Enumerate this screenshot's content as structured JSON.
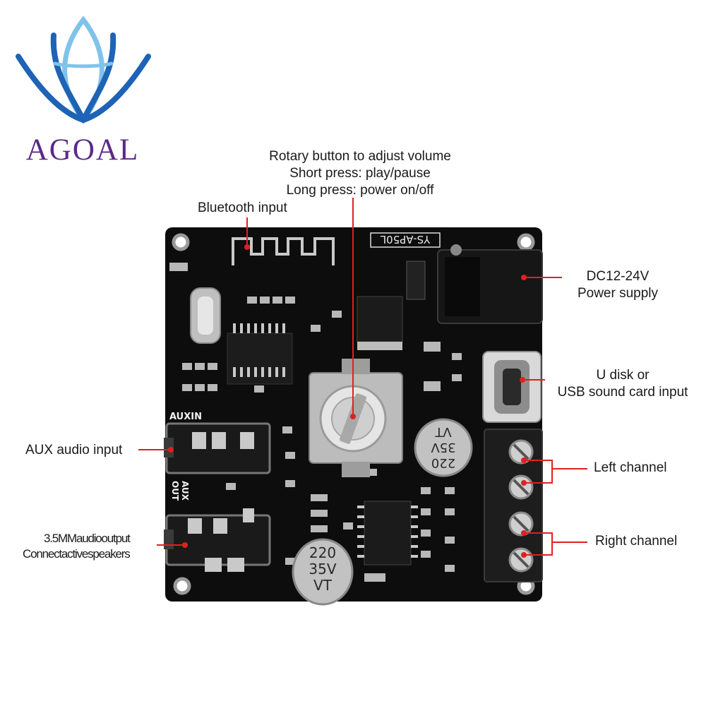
{
  "brand": {
    "name": "AGOAL",
    "colors": {
      "dark_blue": "#1e63b5",
      "light_blue": "#7fc3ea",
      "purple": "#5b2a86"
    }
  },
  "board": {
    "model_label": "YS-AP50L",
    "aux_in_label": "AUXIN",
    "aux_out_label_line1": "AUX",
    "aux_out_label_line2": "OUT",
    "capacitor_small": {
      "line1": "220",
      "line2": "35V",
      "line3": "VT"
    },
    "capacitor_large": {
      "line1": "220",
      "line2": "35V",
      "line3": "VT"
    },
    "pcb_color": "#0d0d0d"
  },
  "callouts": {
    "volume": {
      "line1": "Rotary button to adjust volume",
      "line2": "Short press: play/pause",
      "line3": "Long press: power on/off"
    },
    "bluetooth": "Bluetooth input",
    "power": {
      "line1": "DC12-24V",
      "line2": "Power supply"
    },
    "usb": {
      "line1": "U disk or",
      "line2": "USB sound card input"
    },
    "aux_in": "AUX audio input",
    "left": "Left channel",
    "right": "Right channel",
    "aux_out": {
      "line1": "3.5MMaudiooutput",
      "line2": "Connectactivespeakers"
    }
  },
  "line_color": "#e02020"
}
